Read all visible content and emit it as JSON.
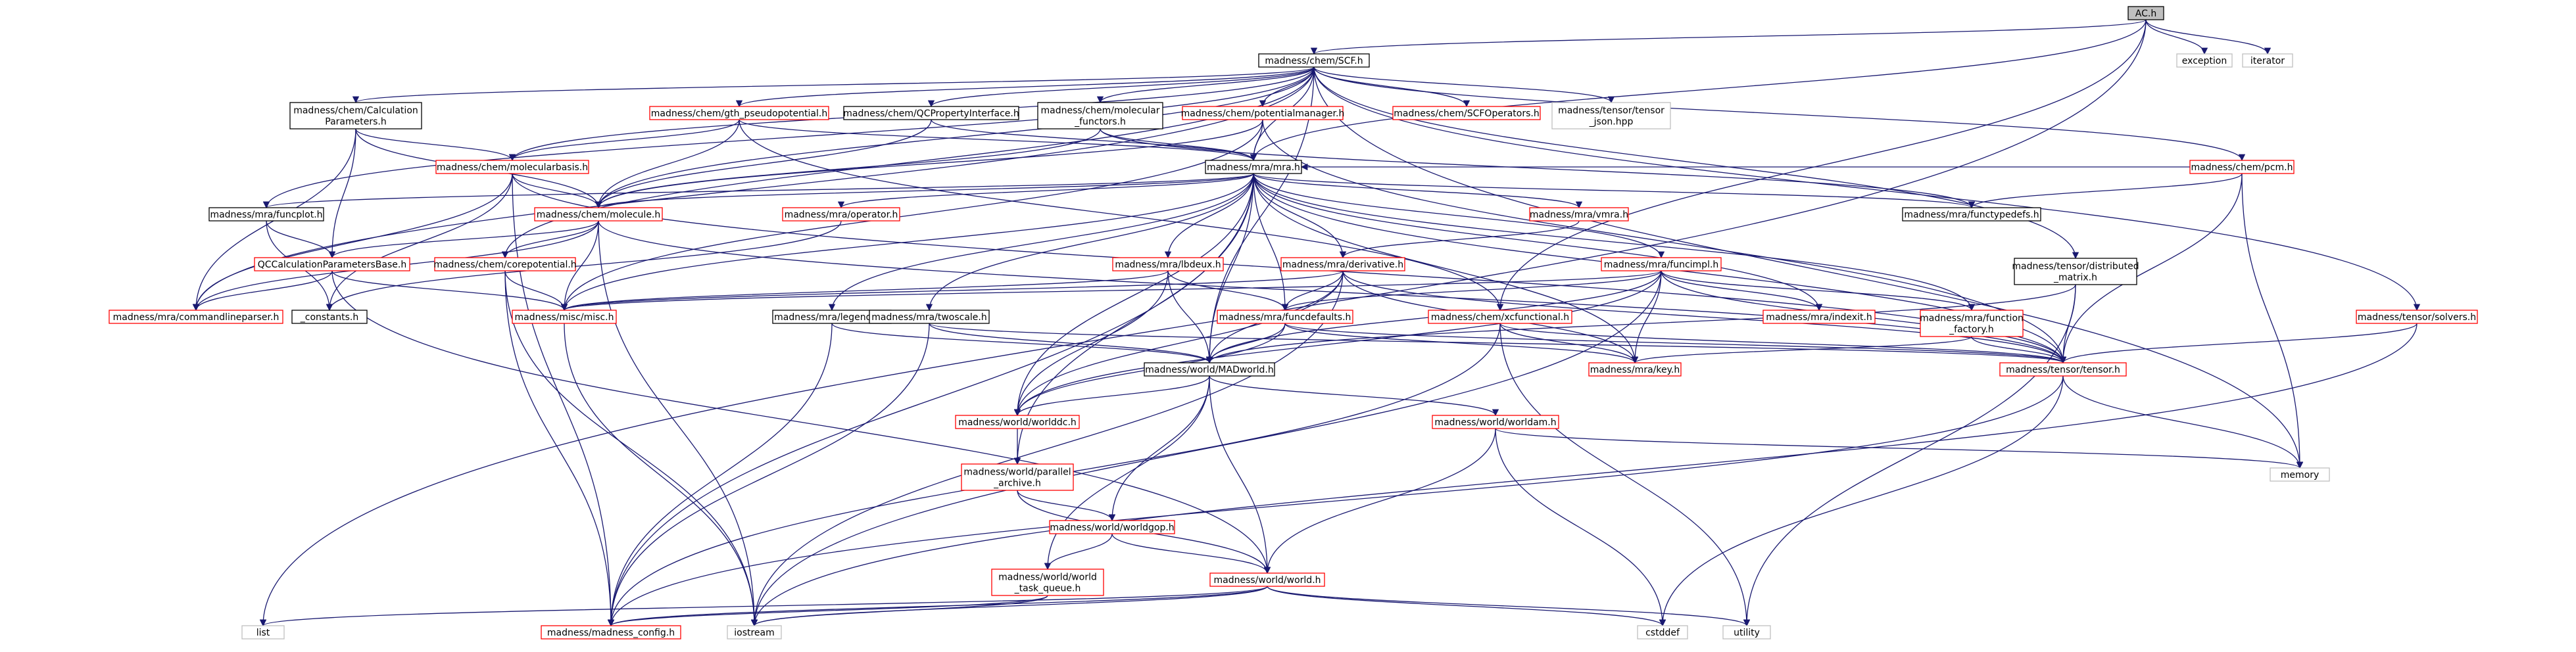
{
  "graph": {
    "title": "AC.h",
    "colors": {
      "edge": "#191970",
      "border_normal": "#000000",
      "border_red": "#ff0000",
      "border_gray": "#bfbfbf",
      "root_fill": "#bfbfbf"
    },
    "nodes": [
      {
        "id": "ac",
        "label": [
          "AC.h"
        ],
        "style": "root"
      },
      {
        "id": "scf",
        "label": [
          "madness/chem/SCF.h"
        ],
        "style": "normal"
      },
      {
        "id": "exception",
        "label": [
          "exception"
        ],
        "style": "gray"
      },
      {
        "id": "iterator",
        "label": [
          "iterator"
        ],
        "style": "gray"
      },
      {
        "id": "calcparams",
        "label": [
          "madness/chem/Calculation",
          "Parameters.h"
        ],
        "style": "normal"
      },
      {
        "id": "gthpseudo",
        "label": [
          "madness/chem/gth_pseudopotential.h"
        ],
        "style": "red"
      },
      {
        "id": "qcprop",
        "label": [
          "madness/chem/QCPropertyInterface.h"
        ],
        "style": "normal"
      },
      {
        "id": "molfunctors",
        "label": [
          "madness/chem/molecular",
          "_functors.h"
        ],
        "style": "normal"
      },
      {
        "id": "potmanager",
        "label": [
          "madness/chem/potentialmanager.h"
        ],
        "style": "red"
      },
      {
        "id": "scfoperators",
        "label": [
          "madness/chem/SCFOperators.h"
        ],
        "style": "red"
      },
      {
        "id": "tensorjson",
        "label": [
          "madness/tensor/tensor",
          "_json.hpp"
        ],
        "style": "gray"
      },
      {
        "id": "pcm",
        "label": [
          "madness/chem/pcm.h"
        ],
        "style": "red"
      },
      {
        "id": "molbasis",
        "label": [
          "madness/chem/molecularbasis.h"
        ],
        "style": "red"
      },
      {
        "id": "mra",
        "label": [
          "madness/mra/mra.h"
        ],
        "style": "normal"
      },
      {
        "id": "funcplot",
        "label": [
          "madness/mra/funcplot.h"
        ],
        "style": "normal"
      },
      {
        "id": "molecule",
        "label": [
          "madness/chem/molecule.h"
        ],
        "style": "red"
      },
      {
        "id": "operator",
        "label": [
          "madness/mra/operator.h"
        ],
        "style": "red"
      },
      {
        "id": "vmra",
        "label": [
          "madness/mra/vmra.h"
        ],
        "style": "red"
      },
      {
        "id": "functypedefs",
        "label": [
          "madness/mra/functypedefs.h"
        ],
        "style": "normal"
      },
      {
        "id": "qccalc",
        "label": [
          "QCCalculationParametersBase.h"
        ],
        "style": "red"
      },
      {
        "id": "corepot",
        "label": [
          "madness/chem/corepotential.h"
        ],
        "style": "red"
      },
      {
        "id": "lbdeux",
        "label": [
          "madness/mra/lbdeux.h"
        ],
        "style": "red"
      },
      {
        "id": "derivative",
        "label": [
          "madness/mra/derivative.h"
        ],
        "style": "red"
      },
      {
        "id": "funcimpl",
        "label": [
          "madness/mra/funcimpl.h"
        ],
        "style": "red"
      },
      {
        "id": "tensordist",
        "label": [
          "madness/tensor/distributed",
          "_matrix.h"
        ],
        "style": "normal"
      },
      {
        "id": "solvers",
        "label": [
          "madness/tensor/solvers.h"
        ],
        "style": "red"
      },
      {
        "id": "cmdparser",
        "label": [
          "madness/mra/commandlineparser.h"
        ],
        "style": "red"
      },
      {
        "id": "constants",
        "label": [
          "_constants.h"
        ],
        "style": "normal"
      },
      {
        "id": "misc",
        "label": [
          "madness/misc/misc.h"
        ],
        "style": "red"
      },
      {
        "id": "legendre",
        "label": [
          "madness/mra/legendre.h"
        ],
        "style": "normal"
      },
      {
        "id": "twoscale",
        "label": [
          "madness/mra/twoscale.h"
        ],
        "style": "normal"
      },
      {
        "id": "funcdefaults",
        "label": [
          "madness/mra/funcdefaults.h"
        ],
        "style": "red"
      },
      {
        "id": "xcfunctional",
        "label": [
          "madness/chem/xcfunctional.h"
        ],
        "style": "red"
      },
      {
        "id": "indexit",
        "label": [
          "madness/mra/indexit.h"
        ],
        "style": "red"
      },
      {
        "id": "funcfactory",
        "label": [
          "madness/mra/function",
          "_factory.h"
        ],
        "style": "red"
      },
      {
        "id": "madworld",
        "label": [
          "madness/world/MADworld.h"
        ],
        "style": "normal"
      },
      {
        "id": "key",
        "label": [
          "madness/mra/key.h"
        ],
        "style": "red"
      },
      {
        "id": "tensor",
        "label": [
          "madness/tensor/tensor.h"
        ],
        "style": "red"
      },
      {
        "id": "worlddc",
        "label": [
          "madness/world/worlddc.h"
        ],
        "style": "red"
      },
      {
        "id": "worldam",
        "label": [
          "madness/world/worldam.h"
        ],
        "style": "red"
      },
      {
        "id": "memory",
        "label": [
          "memory"
        ],
        "style": "gray"
      },
      {
        "id": "parallelarchive",
        "label": [
          "madness/world/parallel",
          "_archive.h"
        ],
        "style": "red"
      },
      {
        "id": "worldgop",
        "label": [
          "madness/world/worldgop.h"
        ],
        "style": "red"
      },
      {
        "id": "worldtaskqueue",
        "label": [
          "madness/world/world",
          "_task_queue.h"
        ],
        "style": "red"
      },
      {
        "id": "world",
        "label": [
          "madness/world/world.h"
        ],
        "style": "red"
      },
      {
        "id": "list",
        "label": [
          "list"
        ],
        "style": "gray"
      },
      {
        "id": "madconfig",
        "label": [
          "madness/madness_config.h"
        ],
        "style": "red"
      },
      {
        "id": "iostream",
        "label": [
          "iostream"
        ],
        "style": "gray"
      },
      {
        "id": "cstddef",
        "label": [
          "cstddef"
        ],
        "style": "gray"
      },
      {
        "id": "utility",
        "label": [
          "utility"
        ],
        "style": "gray"
      }
    ],
    "edges": [
      [
        "ac",
        "scf"
      ],
      [
        "ac",
        "exception"
      ],
      [
        "ac",
        "iterator"
      ],
      [
        "ac",
        "list"
      ],
      [
        "ac",
        "mra"
      ],
      [
        "ac",
        "xcfunctional"
      ],
      [
        "scf",
        "calcparams"
      ],
      [
        "scf",
        "gthpseudo"
      ],
      [
        "scf",
        "qcprop"
      ],
      [
        "scf",
        "molfunctors"
      ],
      [
        "scf",
        "potmanager"
      ],
      [
        "scf",
        "scfoperators"
      ],
      [
        "scf",
        "tensorjson"
      ],
      [
        "scf",
        "pcm"
      ],
      [
        "scf",
        "solvers"
      ],
      [
        "scf",
        "tensordist"
      ],
      [
        "scf",
        "molbasis"
      ],
      [
        "scf",
        "molecule"
      ],
      [
        "scf",
        "mra"
      ],
      [
        "scf",
        "funcplot"
      ],
      [
        "scf",
        "corepot"
      ],
      [
        "scf",
        "cmdparser"
      ],
      [
        "scf",
        "memory"
      ],
      [
        "scf",
        "madworld"
      ],
      [
        "calcparams",
        "molbasis"
      ],
      [
        "calcparams",
        "molecule"
      ],
      [
        "calcparams",
        "qccalc"
      ],
      [
        "calcparams",
        "cmdparser"
      ],
      [
        "gthpseudo",
        "molbasis"
      ],
      [
        "gthpseudo",
        "molecule"
      ],
      [
        "gthpseudo",
        "mra"
      ],
      [
        "gthpseudo",
        "xcfunctional"
      ],
      [
        "qcprop",
        "molecule"
      ],
      [
        "qcprop",
        "mra"
      ],
      [
        "molfunctors",
        "molecule"
      ],
      [
        "molfunctors",
        "mra"
      ],
      [
        "molfunctors",
        "functypedefs"
      ],
      [
        "potmanager",
        "mra"
      ],
      [
        "potmanager",
        "molecule"
      ],
      [
        "potmanager",
        "misc"
      ],
      [
        "potmanager",
        "tensor"
      ],
      [
        "pcm",
        "mra"
      ],
      [
        "pcm",
        "functypedefs"
      ],
      [
        "pcm",
        "tensor"
      ],
      [
        "pcm",
        "memory"
      ],
      [
        "molbasis",
        "molecule"
      ],
      [
        "molbasis",
        "tensor"
      ],
      [
        "molbasis",
        "cmdparser"
      ],
      [
        "molbasis",
        "constants"
      ],
      [
        "molbasis",
        "madconfig"
      ],
      [
        "mra",
        "funcplot"
      ],
      [
        "mra",
        "molecule"
      ],
      [
        "mra",
        "operator"
      ],
      [
        "mra",
        "vmra"
      ],
      [
        "mra",
        "functypedefs"
      ],
      [
        "mra",
        "lbdeux"
      ],
      [
        "mra",
        "derivative"
      ],
      [
        "mra",
        "funcimpl"
      ],
      [
        "mra",
        "misc"
      ],
      [
        "mra",
        "legendre"
      ],
      [
        "mra",
        "twoscale"
      ],
      [
        "mra",
        "funcdefaults"
      ],
      [
        "mra",
        "indexit"
      ],
      [
        "mra",
        "funcfactory"
      ],
      [
        "mra",
        "madworld"
      ],
      [
        "mra",
        "key"
      ],
      [
        "mra",
        "tensor"
      ],
      [
        "mra",
        "worlddc"
      ],
      [
        "mra",
        "parallelarchive"
      ],
      [
        "mra",
        "madconfig"
      ],
      [
        "funcplot",
        "qccalc"
      ],
      [
        "funcplot",
        "constants"
      ],
      [
        "molecule",
        "qccalc"
      ],
      [
        "molecule",
        "corepot"
      ],
      [
        "molecule",
        "misc"
      ],
      [
        "molecule",
        "cmdparser"
      ],
      [
        "molecule",
        "tensor"
      ],
      [
        "molecule",
        "iostream"
      ],
      [
        "operator",
        "constants"
      ],
      [
        "vmra",
        "derivative"
      ],
      [
        "qccalc",
        "misc"
      ],
      [
        "qccalc",
        "cmdparser"
      ],
      [
        "qccalc",
        "world"
      ],
      [
        "corepot",
        "misc"
      ],
      [
        "corepot",
        "madconfig"
      ],
      [
        "corepot",
        "iostream"
      ],
      [
        "lbdeux",
        "funcdefaults"
      ],
      [
        "lbdeux",
        "worlddc"
      ],
      [
        "lbdeux",
        "madworld"
      ],
      [
        "lbdeux",
        "misc"
      ],
      [
        "derivative",
        "funcdefaults"
      ],
      [
        "derivative",
        "key"
      ],
      [
        "derivative",
        "worlddc"
      ],
      [
        "derivative",
        "madworld"
      ],
      [
        "derivative",
        "tensor"
      ],
      [
        "derivative",
        "misc"
      ],
      [
        "derivative",
        "iostream"
      ],
      [
        "funcimpl",
        "funcdefaults"
      ],
      [
        "funcimpl",
        "indexit"
      ],
      [
        "funcimpl",
        "funcfactory"
      ],
      [
        "funcimpl",
        "key"
      ],
      [
        "funcimpl",
        "tensor"
      ],
      [
        "funcimpl",
        "madworld"
      ],
      [
        "funcimpl",
        "worlddc"
      ],
      [
        "funcimpl",
        "misc"
      ],
      [
        "funcimpl",
        "iostream"
      ],
      [
        "tensordist",
        "tensor"
      ],
      [
        "tensordist",
        "madworld"
      ],
      [
        "tensordist",
        "utility"
      ],
      [
        "solvers",
        "tensor"
      ],
      [
        "solvers",
        "iostream"
      ],
      [
        "misc",
        "iostream"
      ],
      [
        "legendre",
        "madworld"
      ],
      [
        "legendre",
        "madconfig"
      ],
      [
        "twoscale",
        "madworld"
      ],
      [
        "twoscale",
        "tensor"
      ],
      [
        "twoscale",
        "madconfig"
      ],
      [
        "funcdefaults",
        "madworld"
      ],
      [
        "funcdefaults",
        "key"
      ],
      [
        "funcdefaults",
        "tensor"
      ],
      [
        "funcdefaults",
        "worlddc"
      ],
      [
        "xcfunctional",
        "key"
      ],
      [
        "xcfunctional",
        "tensor"
      ],
      [
        "xcfunctional",
        "madconfig"
      ],
      [
        "xcfunctional",
        "utility"
      ],
      [
        "funcfactory",
        "key"
      ],
      [
        "funcfactory",
        "tensor"
      ],
      [
        "madworld",
        "worlddc"
      ],
      [
        "madworld",
        "worldam"
      ],
      [
        "madworld",
        "worldgop"
      ],
      [
        "madworld",
        "world"
      ],
      [
        "madworld",
        "worldtaskqueue"
      ],
      [
        "tensor",
        "memory"
      ],
      [
        "tensor",
        "madconfig"
      ],
      [
        "tensor",
        "cstddef"
      ],
      [
        "worlddc",
        "parallelarchive"
      ],
      [
        "worldam",
        "memory"
      ],
      [
        "worldam",
        "world"
      ],
      [
        "worldam",
        "cstddef"
      ],
      [
        "parallelarchive",
        "worldgop"
      ],
      [
        "parallelarchive",
        "world"
      ],
      [
        "worldgop",
        "world"
      ],
      [
        "worldgop",
        "worldtaskqueue"
      ],
      [
        "worldtaskqueue",
        "madconfig"
      ],
      [
        "worldtaskqueue",
        "iostream"
      ],
      [
        "world",
        "list"
      ],
      [
        "world",
        "madconfig"
      ],
      [
        "world",
        "iostream"
      ],
      [
        "world",
        "cstddef"
      ],
      [
        "world",
        "utility"
      ]
    ]
  }
}
